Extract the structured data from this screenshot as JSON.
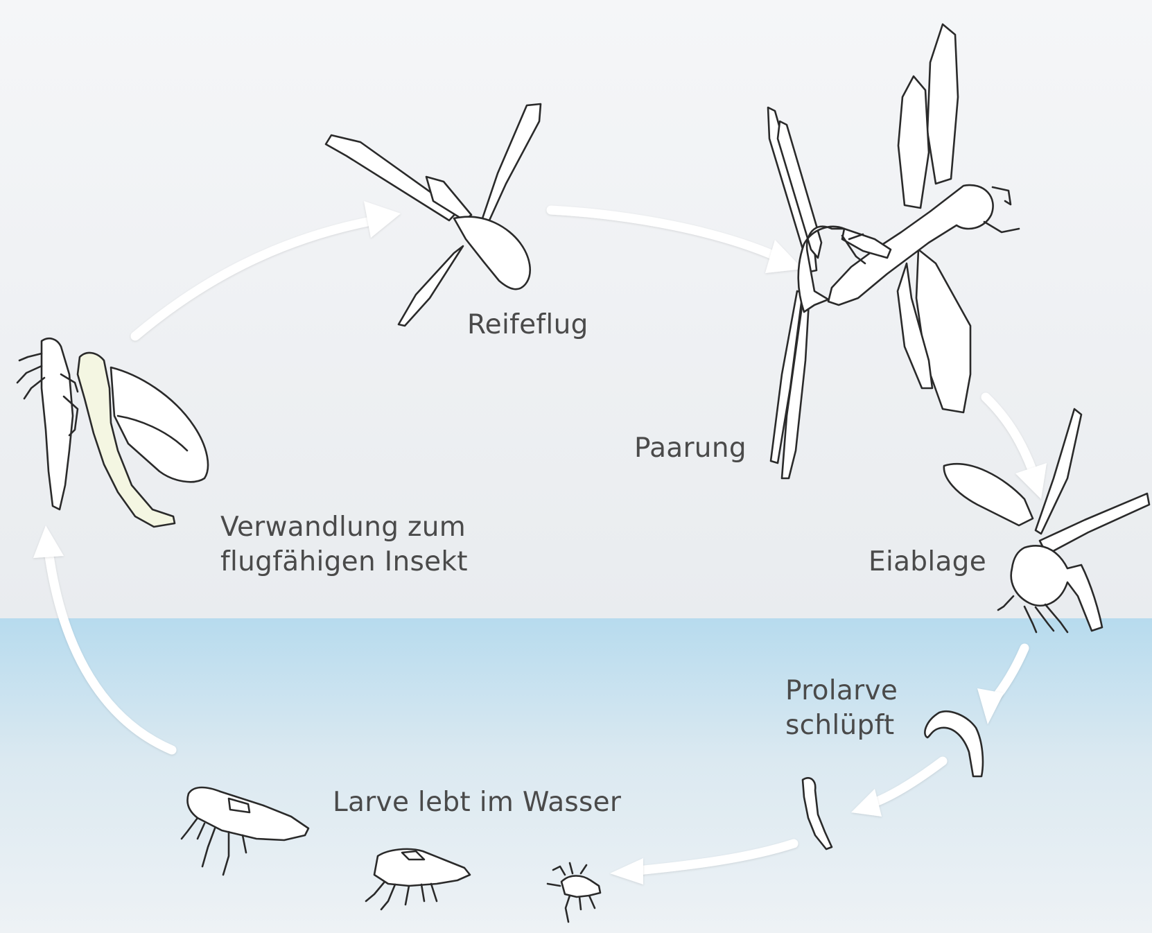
{
  "stages": {
    "reifeflug": "Reifeflug",
    "paarung": "Paarung",
    "eiablage": "Eiablage",
    "prolarve_line1": "Prolarve",
    "prolarve_line2": "schlüpft",
    "larve": "Larve lebt im Wasser",
    "verwandlung_line1": "Verwandlung zum",
    "verwandlung_line2": "flugfähigen Insekt"
  },
  "colors": {
    "sky_top": "#f4f5f7",
    "sky_bottom": "#e7eaed",
    "water_top": "#b9dcef",
    "water_bottom": "#eef2f5",
    "silhouette_fill": "#ffffff",
    "silhouette_stroke": "#2a2a2a",
    "emerging_fill": "#f4f6e2",
    "arrow": "#ffffff",
    "text": "#4a4a4a"
  },
  "icons": [
    "dragonfly-icon",
    "mating-pair-icon",
    "egg-laying-dragonfly-icon",
    "prolarva-icon",
    "larva-icon",
    "emerging-dragonfly-icon",
    "cycle-arrow-icon"
  ]
}
